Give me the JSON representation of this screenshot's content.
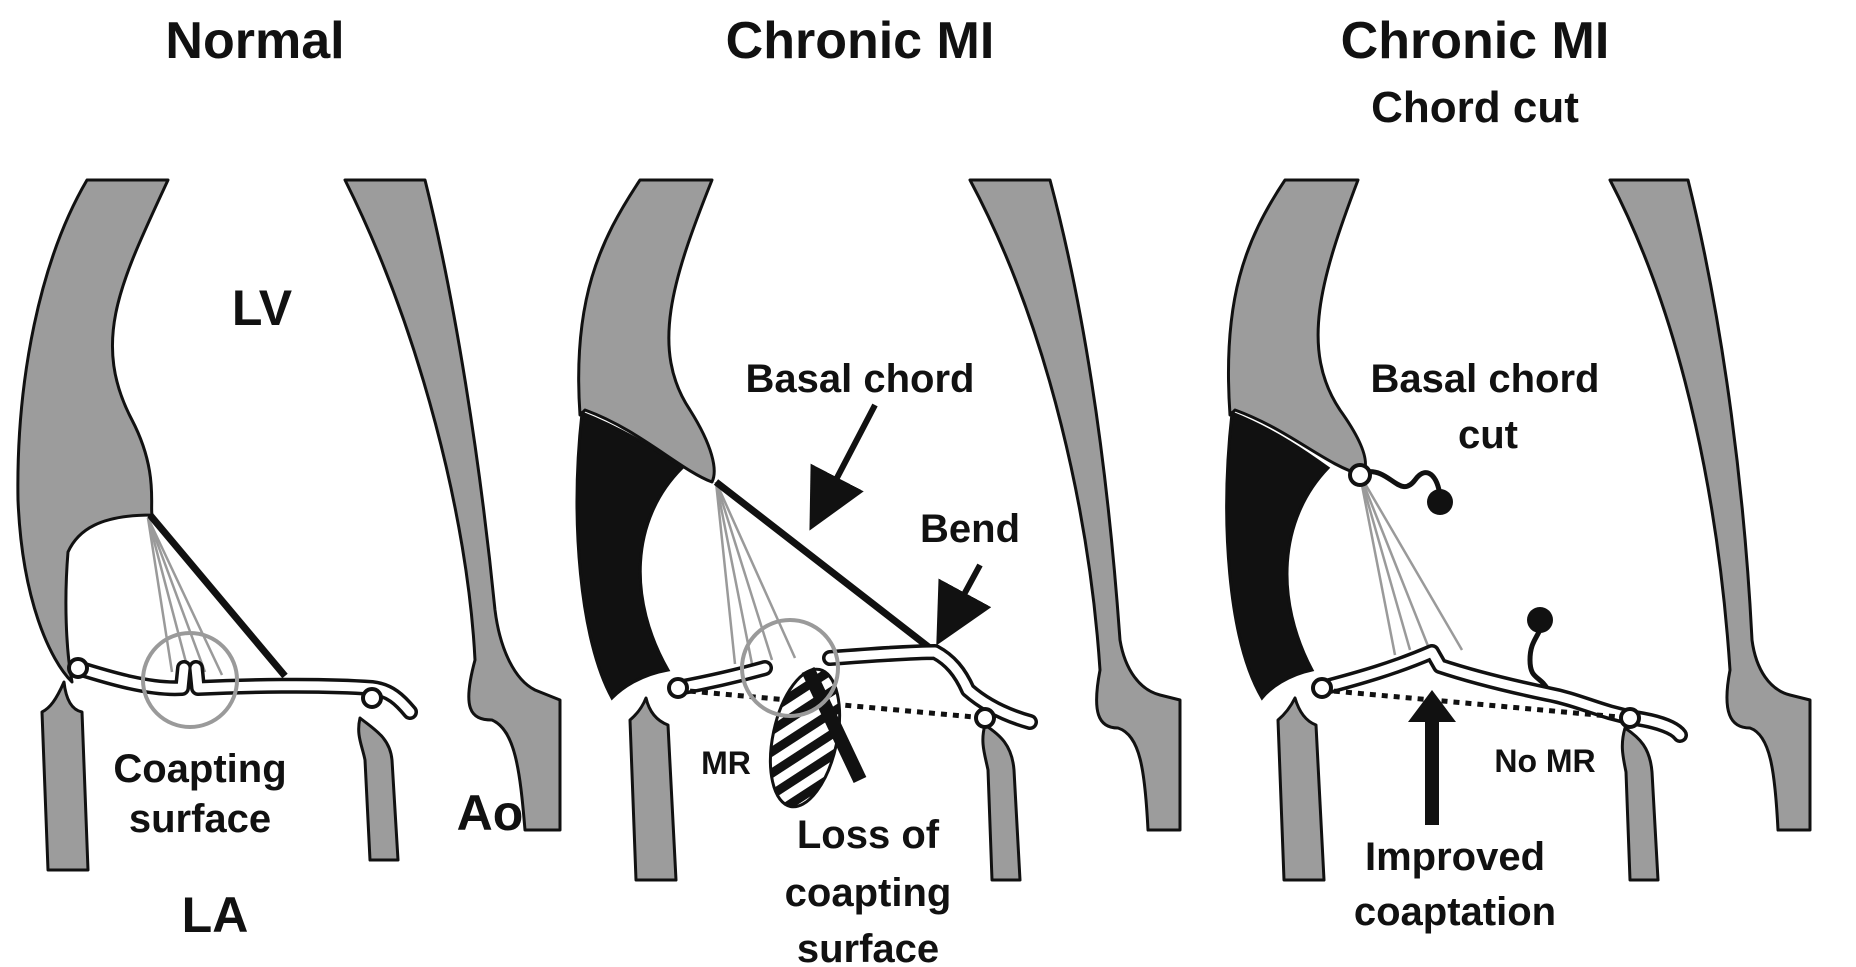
{
  "panels": {
    "normal": {
      "title": "Normal",
      "lv": "LV",
      "la": "LA",
      "ao": "Ao",
      "coapting_1": "Coapting",
      "coapting_2": "surface"
    },
    "chronic": {
      "title": "Chronic MI",
      "basal": "Basal chord",
      "bend": "Bend",
      "mr": "MR",
      "loss_1": "Loss of",
      "loss_2": "coapting",
      "loss_3": "surface"
    },
    "cut": {
      "title": "Chronic MI",
      "subtitle": "Chord cut",
      "basal_1": "Basal chord",
      "basal_2": "cut",
      "nomr": "No MR",
      "improved_1": "Improved",
      "improved_2": "coaptation"
    }
  }
}
